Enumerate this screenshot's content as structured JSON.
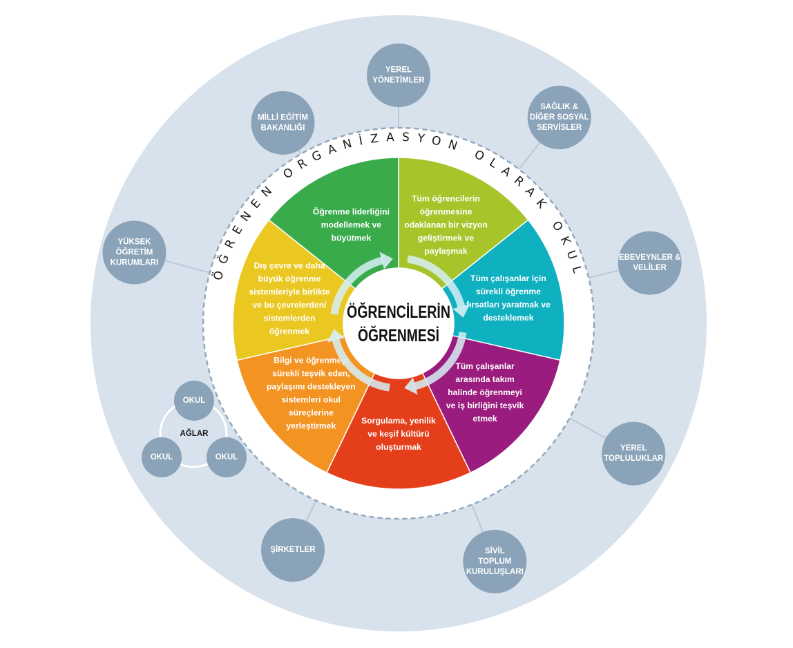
{
  "center": {
    "line1": "ÖĞRENCİLERİN",
    "line2": "ÖĞRENMESİ"
  },
  "ring_title": "ÖĞRENEN ORGANİZASYON OLARAK OKUL",
  "segments": [
    {
      "id": "vision",
      "color": "#a7c52b",
      "lines": [
        "Tüm öğrencilerin",
        "öğrenmesine",
        "odaklanan bir vizyon",
        "geliştirmek ve",
        "paylaşmak"
      ]
    },
    {
      "id": "continuous-learning",
      "color": "#0fb0c0",
      "lines": [
        "Tüm çalışanlar için",
        "sürekli öğrenme",
        "fırsatları yaratmak ve",
        "desteklemek"
      ]
    },
    {
      "id": "team-learning",
      "color": "#9a1c7e",
      "lines": [
        "Tüm çalışanlar",
        "arasında takım",
        "halinde öğrenmeyi",
        "ve iş birliğini teşvik",
        "etmek"
      ]
    },
    {
      "id": "inquiry",
      "color": "#e43f1a",
      "lines": [
        "Sorgulama, yenilik",
        "ve keşif kültürü",
        "oluşturmak"
      ]
    },
    {
      "id": "knowledge-systems",
      "color": "#f29322",
      "lines": [
        "Bilgi ve öğrenmeyi",
        "sürekli teşvik eden,",
        "paylaşımı destekleyen",
        "sistemleri okul",
        "süreçlerine",
        "yerleştirmek"
      ]
    },
    {
      "id": "external-environment",
      "color": "#eac821",
      "lines": [
        "Dış çevre ve daha",
        "büyük öğrenme",
        "sistemleriyle birlikte",
        "ve bu çevrelerden/",
        "sistemlerden",
        "öğrenmek"
      ]
    },
    {
      "id": "leadership",
      "color": "#3aab4b",
      "lines": [
        "Öğrenme liderliğini",
        "modellemek ve",
        "büyütmek"
      ]
    }
  ],
  "stakeholders": [
    {
      "id": "local-governments",
      "lines": [
        "YEREL",
        "YÖNETİMLER"
      ]
    },
    {
      "id": "health-social-services",
      "lines": [
        "SAĞLIK &",
        "DİĞER SOSYAL",
        "SERVİSLER"
      ]
    },
    {
      "id": "parents",
      "lines": [
        "EBEVEYNLER &",
        "VELİLER"
      ]
    },
    {
      "id": "local-communities",
      "lines": [
        "YEREL",
        "TOPLULUKLAR"
      ]
    },
    {
      "id": "civil-society",
      "lines": [
        "SİVİL",
        "TOPLUM",
        "KURULUŞLARI"
      ]
    },
    {
      "id": "companies",
      "lines": [
        "ŞİRKETLER"
      ]
    },
    {
      "id": "higher-education",
      "lines": [
        "YÜKSEK",
        "ÖĞRETİM",
        "KURUMLARI"
      ]
    },
    {
      "id": "ministry-education",
      "lines": [
        "MİLLİ EĞİTİM",
        "BAKANLIĞI"
      ]
    }
  ],
  "network": {
    "label": "AĞLAR",
    "schools": [
      "OKUL",
      "OKUL",
      "OKUL"
    ]
  },
  "colors": {
    "outer_circle": "#d7e2ec",
    "stakeholder": "#8aa3b8",
    "connector": "#b9c9d7",
    "dashed_ring": "#93a8bb",
    "arrow": "#d6eef5"
  }
}
